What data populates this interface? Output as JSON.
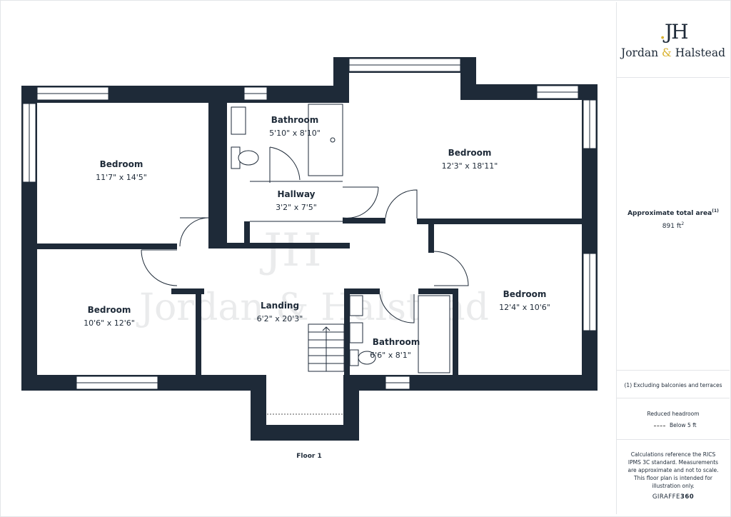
{
  "brand": {
    "monogram": "JH",
    "name_first": "Jordan",
    "ampersand": "&",
    "name_second": "Halstead",
    "accent_color": "#d8b12e",
    "ink_color": "#1e2a38"
  },
  "summary": {
    "area_label": "Approximate total area",
    "area_note_ref": "(1)",
    "area_value": "891 ft",
    "area_unit_sup": "2",
    "exclusion_note": "(1) Excluding balconies and terraces",
    "reduced_headroom_title": "Reduced headroom",
    "reduced_headroom_legend": "Below 5 ft",
    "disclaimer": "Calculations reference the RICS IPMS 3C standard. Measurements are approximate and not to scale. This floor plan is intended for illustration only.",
    "credit_a": "GIRAFFE",
    "credit_b": "360"
  },
  "floor_label": "Floor 1",
  "watermark": {
    "monogram": "JH",
    "text": "Jordan & Halstead"
  },
  "rooms": [
    {
      "id": "bedroom-1",
      "name": "Bedroom",
      "dims": "11'7\" x 14'5\""
    },
    {
      "id": "bathroom-1",
      "name": "Bathroom",
      "dims": "5'10\" x 8'10\""
    },
    {
      "id": "bedroom-2",
      "name": "Bedroom",
      "dims": "12'3\" x 18'11\""
    },
    {
      "id": "hallway",
      "name": "Hallway",
      "dims": "3'2\" x 7'5\""
    },
    {
      "id": "bedroom-3",
      "name": "Bedroom",
      "dims": "10'6\" x 12'6\""
    },
    {
      "id": "landing",
      "name": "Landing",
      "dims": "6'2\" x 20'3\""
    },
    {
      "id": "bathroom-2",
      "name": "Bathroom",
      "dims": "6'6\" x 8'1\""
    },
    {
      "id": "bedroom-4",
      "name": "Bedroom",
      "dims": "12'4\" x 10'6\""
    }
  ]
}
